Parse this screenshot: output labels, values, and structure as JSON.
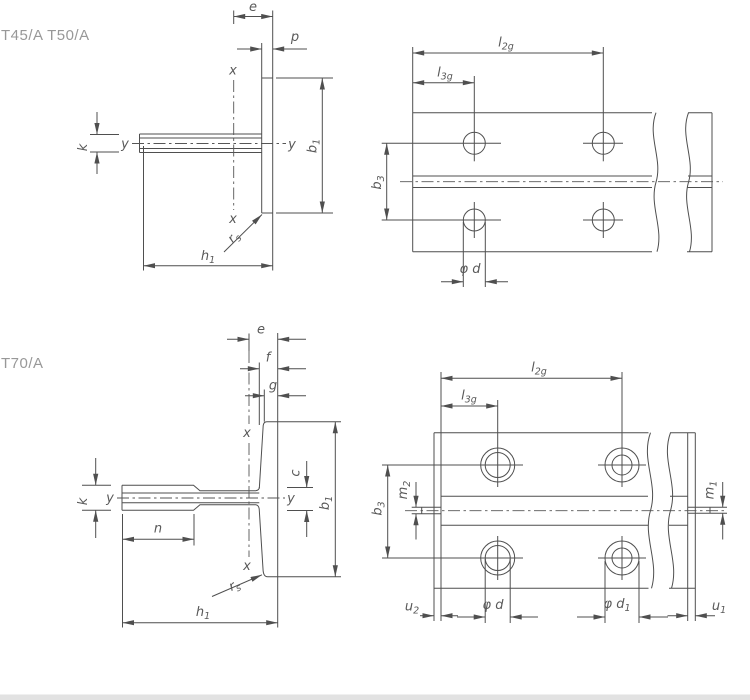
{
  "page": {
    "background": "#ffffff",
    "line_color": "#4f4f4f",
    "label_color": "#595959",
    "title_color": "#989898"
  },
  "t45": {
    "title": "T45/A  T50/A",
    "cross_section": {
      "e": "e",
      "p": "p",
      "x": "x",
      "y": "y",
      "k": "k",
      "b1": {
        "base": "b",
        "sub": "1"
      },
      "h1": {
        "base": "h",
        "sub": "1"
      },
      "rs": {
        "base": "r",
        "sub": "s"
      }
    },
    "rear": {
      "l2g": {
        "base": "l",
        "sub": "2g"
      },
      "l3g": {
        "base": "l",
        "sub": "3g"
      },
      "b3": {
        "base": "b",
        "sub": "3"
      },
      "d": {
        "base": "φ d",
        "sub": ""
      }
    }
  },
  "t70": {
    "title": "T70/A",
    "cross_section": {
      "e": "e",
      "f": "f",
      "g": "g",
      "x": "x",
      "y": "y",
      "k": "k",
      "c": "c",
      "n": "n",
      "b1": {
        "base": "b",
        "sub": "1"
      },
      "h1": {
        "base": "h",
        "sub": "1"
      },
      "rs": {
        "base": "r",
        "sub": "s"
      }
    },
    "rear": {
      "l2g": {
        "base": "l",
        "sub": "2g"
      },
      "l3g": {
        "base": "l",
        "sub": "3g"
      },
      "b3": {
        "base": "b",
        "sub": "3"
      },
      "m2": {
        "base": "m",
        "sub": "2"
      },
      "m1": {
        "base": "m",
        "sub": "1"
      },
      "u2": {
        "base": "u",
        "sub": "2"
      },
      "u1": {
        "base": "u",
        "sub": "1"
      },
      "d": {
        "base": "φ d",
        "sub": ""
      },
      "d1": {
        "base": "φ d",
        "sub": "1"
      }
    }
  }
}
